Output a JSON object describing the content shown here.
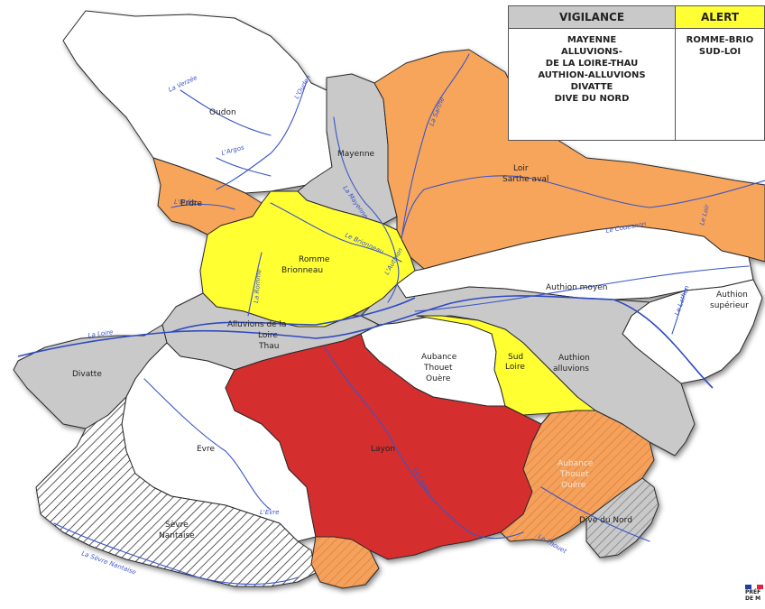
{
  "legend": {
    "vigilance_header": "VIGILANCE",
    "alert_header": "ALERT",
    "vigilance_color": "#c9c9c9",
    "alert_color": "#ffff33",
    "vigilance_lines": [
      "MAYENNE",
      "ALLUVIONS-",
      "DE LA LOIRE-THAU",
      "AUTHION-ALLUVIONS",
      "DIVATTE",
      "DIVE DU NORD"
    ],
    "alert_lines": [
      "ROMME-BRIO",
      "SUD-LOI"
    ]
  },
  "colors": {
    "none": "#ffffff",
    "vigilance": "#c9c9c9",
    "alerte": "#ffff33",
    "alerte_renforcee": "#f7a55a",
    "crise": "#d52d2d",
    "river": "#3a55c8"
  },
  "zones": {
    "oudon": "Oudon",
    "mayenne": "Mayenne",
    "loir_sarthe": [
      "Loir",
      "Sarthe aval"
    ],
    "erdre": "Erdre",
    "romme": [
      "Romme",
      "Brionneau"
    ],
    "authion_moyen": "Authion moyen",
    "authion_superieur": [
      "Authion",
      "supérieur"
    ],
    "alluvions_loire_thau": [
      "Alluvions de la",
      "Loire",
      "Thau"
    ],
    "divatte": "Divatte",
    "aubance_nord": [
      "Aubance",
      "Thouet",
      "Ouère"
    ],
    "authion_alluvions": [
      "Authion",
      "alluvions"
    ],
    "sud_loire": [
      "Sud",
      "Loire"
    ],
    "evre": "Evre",
    "layon": "Layon",
    "aubance_sud": [
      "Aubance",
      "Thouet",
      "Ouère"
    ],
    "dive_du_nord": "Dive du Nord",
    "sevre_nantaise": [
      "Sèvre",
      "Nantaise"
    ]
  },
  "rivers": {
    "la_loire": "La Loire",
    "la_mayenne": "La Mayenne",
    "la_sarthe": "La Sarthe",
    "le_loir": "Le Loir",
    "la_verzee": "La Verzée",
    "l_oudon": "L'Oudon",
    "l_argos": "L'Argos",
    "l_erdre": "L'Erdre",
    "le_brionneau": "Le Brionneau",
    "la_romme": "La Romme",
    "l_authion": "L'Authion",
    "le_couesnon": "Le Couesnon",
    "le_lathan": "Le Lathan",
    "le_layon": "Le Layon",
    "l_evre": "L'Evre",
    "la_sevre": "La Sèvre Nantaise",
    "le_thouet": "Le Thouet"
  },
  "logo": {
    "line1": "PRÉF",
    "line2": "DE M"
  }
}
